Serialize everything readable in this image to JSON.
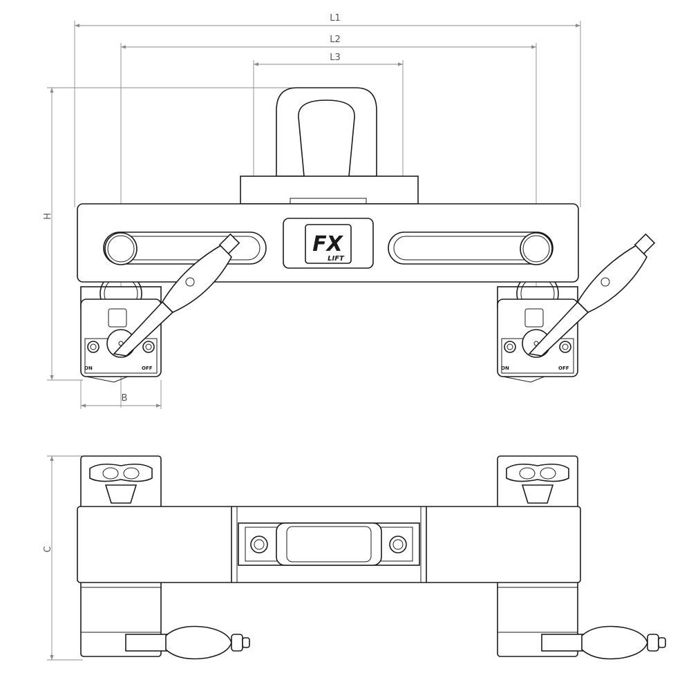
{
  "dimensions": {
    "L1": "L1",
    "L2": "L2",
    "L3": "L3",
    "H": "H",
    "B": "B",
    "C": "C"
  },
  "logo": {
    "main": "FX",
    "sub": "LIFT"
  },
  "switch": {
    "on": "ON",
    "off": "OFF"
  }
}
